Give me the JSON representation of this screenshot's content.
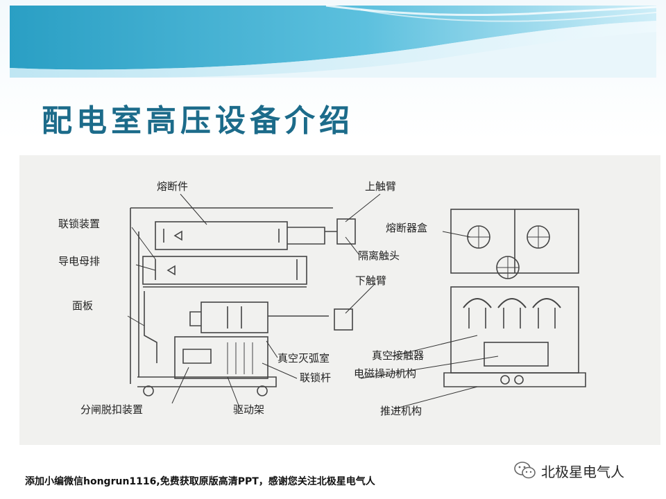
{
  "slide": {
    "title": "配电室高压设备介绍"
  },
  "diagram": {
    "labels": {
      "fuse_part": "熔断件",
      "upper_contact_arm": "上触臂",
      "interlock_device": "联锁装置",
      "fuse_box": "熔断器盒",
      "isolation_contact": "隔离触头",
      "conductive_busbar": "导电母排",
      "lower_contact_arm": "下触臂",
      "panel": "面板",
      "vacuum_arc_chamber": "真空灭弧室",
      "vacuum_contactor": "真空接触器",
      "interlock_rod": "联锁杆",
      "em_operating_mechanism": "电磁操动机构",
      "trip_device": "分闸脱扣装置",
      "drive_frame": "驱动架",
      "propulsion_mechanism": "推进机构"
    }
  },
  "footer": {
    "promo_text": "添加小编微信hongrun1116,免费获取原版高清PPT，感谢您关注北极星电气人"
  },
  "watermark": {
    "text": "北极星电气人"
  },
  "colors": {
    "title": "#1c6b8a",
    "wave_dark": "#2a9fc4",
    "wave_light": "#bfe6f3"
  }
}
